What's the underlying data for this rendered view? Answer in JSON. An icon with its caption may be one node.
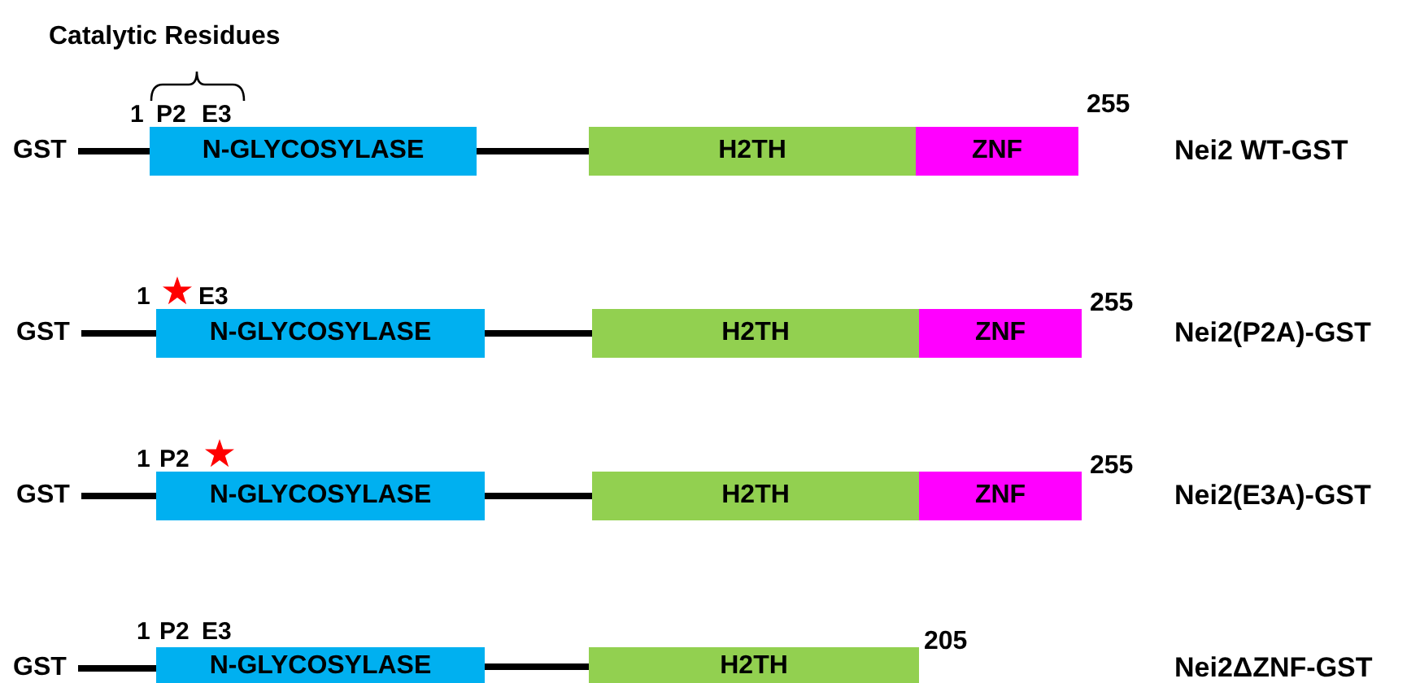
{
  "diagram": {
    "nodes": [
      {
        "text": [
          "GST"
        ]
      },
      {
        "text": [
          "N-GLYCOSYLASE"
        ]
      },
      {
        "text": [
          "H2TH"
        ]
      },
      {
        "text": [
          "ZNF"
        ]
      },
      {
        "text": [
          "GST"
        ]
      },
      {
        "text": [
          "N-GLYCOSYLASE"
        ]
      },
      {
        "text": [
          "H2TH"
        ]
      },
      {
        "text": [
          "ZNF"
        ]
      },
      {
        "text": [
          "GST"
        ]
      },
      {
        "text": [
          "N-GLYCOSYLASE"
        ]
      },
      {
        "text": [
          "H2TH"
        ]
      },
      {
        "text": [
          "ZNF"
        ]
      },
      {
        "text": [
          "GST"
        ]
      },
      {
        "text": [
          "N-GLYCOSYLASE"
        ]
      },
      {
        "text": [
          "H2TH"
        ]
      }
    ],
    "edges": [
      {
        "from": 0,
        "to": 1,
        "arrow": "none"
      },
      {
        "from": 1,
        "to": 2,
        "arrow": "none"
      },
      {
        "from": 4,
        "to": 5,
        "arrow": "none"
      },
      {
        "from": 5,
        "to": 6,
        "arrow": "none"
      },
      {
        "from": 8,
        "to": 9,
        "arrow": "none"
      },
      {
        "from": 9,
        "to": 10,
        "arrow": "none"
      },
      {
        "from": 12,
        "to": 13,
        "arrow": "none"
      },
      {
        "from": 13,
        "to": 14,
        "arrow": "none"
      }
    ],
    "labels": [
      "Catalytic Residues",
      "1",
      "P2",
      "E3",
      "255",
      "Nei2 WT-GST",
      "1",
      "E3",
      "255",
      "Nei2(P2A)-GST",
      "1",
      "P2",
      "255",
      "Nei2(E3A)-GST",
      "1",
      "P2",
      "E3",
      "205",
      "Nei2ΔZNF-GST"
    ]
  }
}
